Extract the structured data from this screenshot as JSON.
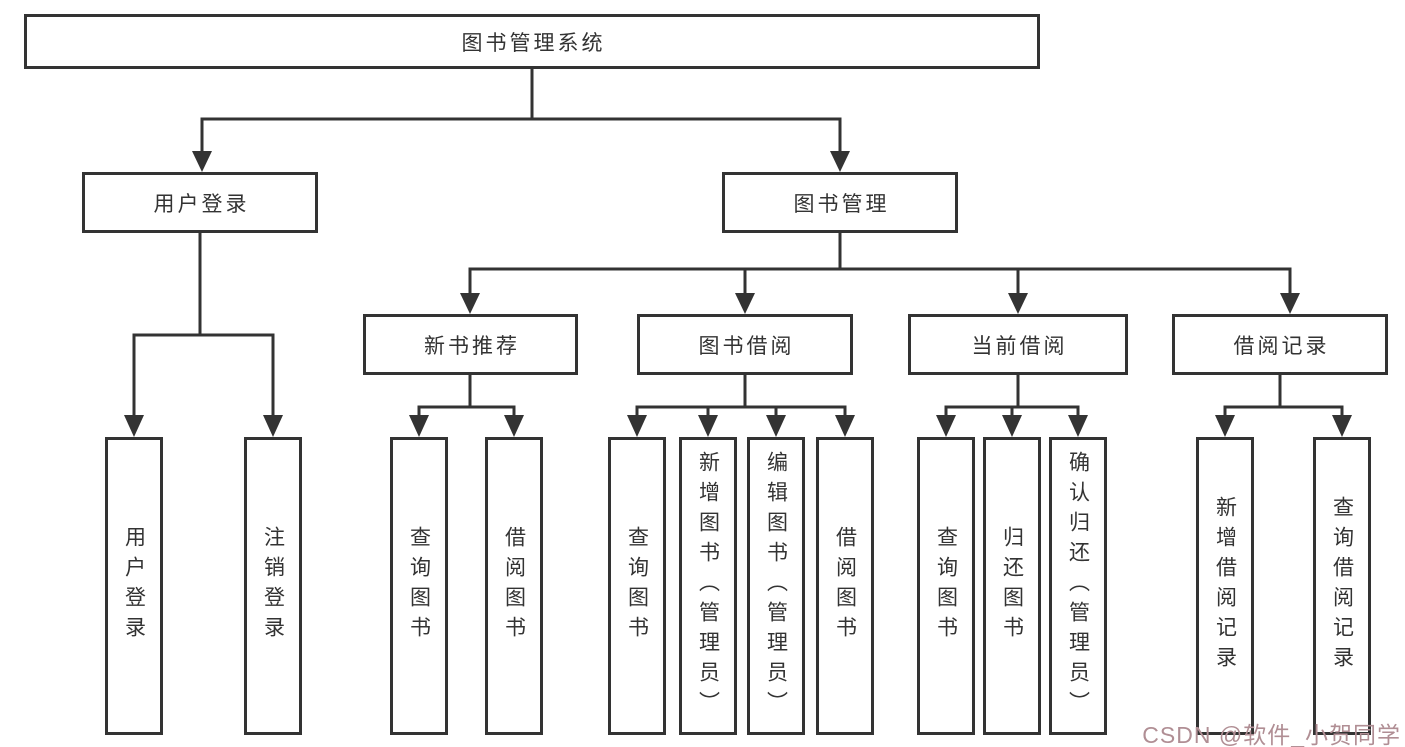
{
  "diagram": {
    "title": "图书管理系统",
    "nodes": {
      "root": {
        "label": "图书管理系统"
      },
      "user_login": {
        "label": "用户登录"
      },
      "book_mgmt": {
        "label": "图书管理"
      },
      "new_book_rec": {
        "label": "新书推荐"
      },
      "book_borrow": {
        "label": "图书借阅"
      },
      "current_borrow": {
        "label": "当前借阅"
      },
      "borrow_record": {
        "label": "借阅记录"
      },
      "leaf_user_login": {
        "label": "用户登录"
      },
      "leaf_logout": {
        "label": "注销登录"
      },
      "leaf_nbr_query": {
        "label": "查询图书"
      },
      "leaf_nbr_borrow": {
        "label": "借阅图书"
      },
      "leaf_bb_query": {
        "label": "查询图书"
      },
      "leaf_bb_add": {
        "label": "新增图书（管理员）"
      },
      "leaf_bb_edit": {
        "label": "编辑图书（管理员）"
      },
      "leaf_bb_borrow": {
        "label": "借阅图书"
      },
      "leaf_cb_query": {
        "label": "查询图书"
      },
      "leaf_cb_return": {
        "label": "归还图书"
      },
      "leaf_cb_confirm": {
        "label": "确认归还（管理员）"
      },
      "leaf_br_add": {
        "label": "新增借阅记录"
      },
      "leaf_br_query": {
        "label": "查询借阅记录"
      }
    },
    "hierarchy": {
      "label": "图书管理系统",
      "children": [
        {
          "label": "用户登录",
          "children": [
            {
              "label": "用户登录"
            },
            {
              "label": "注销登录"
            }
          ]
        },
        {
          "label": "图书管理",
          "children": [
            {
              "label": "新书推荐",
              "children": [
                {
                  "label": "查询图书"
                },
                {
                  "label": "借阅图书"
                }
              ]
            },
            {
              "label": "图书借阅",
              "children": [
                {
                  "label": "查询图书"
                },
                {
                  "label": "新增图书（管理员）"
                },
                {
                  "label": "编辑图书（管理员）"
                },
                {
                  "label": "借阅图书"
                }
              ]
            },
            {
              "label": "当前借阅",
              "children": [
                {
                  "label": "查询图书"
                },
                {
                  "label": "归还图书"
                },
                {
                  "label": "确认归还（管理员）"
                }
              ]
            },
            {
              "label": "借阅记录",
              "children": [
                {
                  "label": "新增借阅记录"
                },
                {
                  "label": "查询借阅记录"
                }
              ]
            }
          ]
        }
      ]
    },
    "colors": {
      "line": "#333333",
      "box_border": "#333333",
      "text": "#333333",
      "background": "#ffffff"
    }
  },
  "watermark": {
    "text": "CSDN @软件_小贺同学",
    "color": "#b08e94"
  }
}
